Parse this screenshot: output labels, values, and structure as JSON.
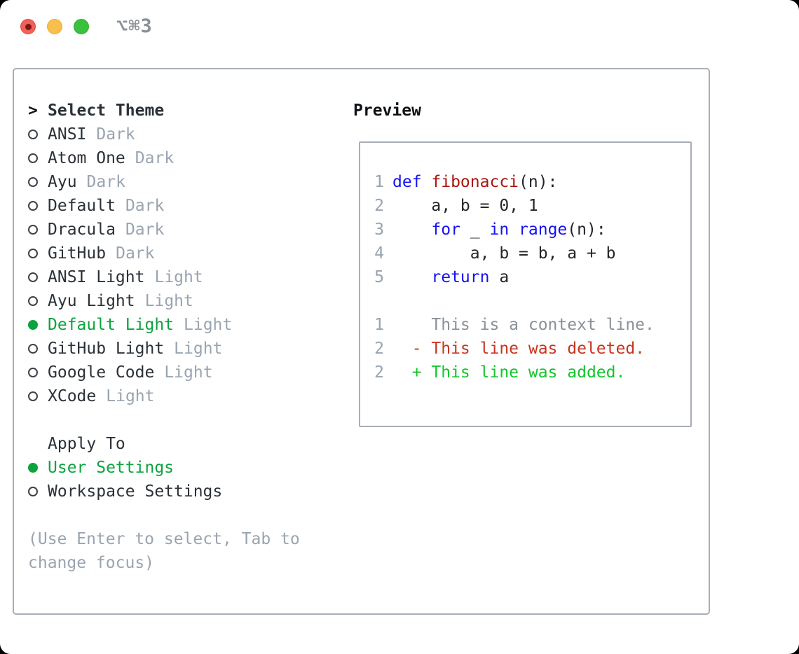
{
  "window": {
    "title": "⌥⌘3",
    "control_icons": [
      "close-button",
      "minimize-button",
      "zoom-button"
    ]
  },
  "colors": {
    "accent": "#0ca33e",
    "muted": "#9aa4b0",
    "line_number": "#98a3b0",
    "plain": "#22262b",
    "keyword": "#1512f2",
    "function": "#ab150f",
    "context": "#8a9199",
    "deleted": "#c93420",
    "added": "#12c52a",
    "traffic_red": "#f2605a",
    "traffic_yellow": "#f6bf4e",
    "traffic_green": "#3ac23e"
  },
  "theme_selector": {
    "prompt": ">",
    "heading": "Select Theme",
    "items": [
      {
        "name": "ANSI",
        "variant": "Dark",
        "selected": false
      },
      {
        "name": "Atom One",
        "variant": "Dark",
        "selected": false
      },
      {
        "name": "Ayu",
        "variant": "Dark",
        "selected": false
      },
      {
        "name": "Default",
        "variant": "Dark",
        "selected": false
      },
      {
        "name": "Dracula",
        "variant": "Dark",
        "selected": false
      },
      {
        "name": "GitHub",
        "variant": "Dark",
        "selected": false
      },
      {
        "name": "ANSI Light",
        "variant": "Light",
        "selected": false
      },
      {
        "name": "Ayu Light",
        "variant": "Light",
        "selected": false
      },
      {
        "name": "Default Light",
        "variant": "Light",
        "selected": true
      },
      {
        "name": "GitHub Light",
        "variant": "Light",
        "selected": false
      },
      {
        "name": "Google Code",
        "variant": "Light",
        "selected": false
      },
      {
        "name": "XCode",
        "variant": "Light",
        "selected": false
      }
    ],
    "apply_to": {
      "heading": "Apply To",
      "options": [
        {
          "label": "User Settings",
          "selected": true
        },
        {
          "label": "Workspace Settings",
          "selected": false
        }
      ]
    },
    "hint": "(Use Enter to select, Tab to change focus)"
  },
  "preview": {
    "heading": "Preview",
    "code_lines": [
      {
        "num": "1",
        "segments": [
          {
            "text": "def ",
            "color": "keyword"
          },
          {
            "text": "fibonacci",
            "color": "function"
          },
          {
            "text": "(n):",
            "color": "plain"
          }
        ]
      },
      {
        "num": "2",
        "segments": [
          {
            "text": "    a, b = 0, 1",
            "color": "plain"
          }
        ]
      },
      {
        "num": "3",
        "segments": [
          {
            "text": "    ",
            "color": "plain"
          },
          {
            "text": "for",
            "color": "keyword"
          },
          {
            "text": " _ ",
            "color": "plain"
          },
          {
            "text": "in",
            "color": "keyword"
          },
          {
            "text": " ",
            "color": "plain"
          },
          {
            "text": "range",
            "color": "keyword"
          },
          {
            "text": "(n):",
            "color": "plain"
          }
        ]
      },
      {
        "num": "4",
        "segments": [
          {
            "text": "        a, b = b, a + b",
            "color": "plain"
          }
        ]
      },
      {
        "num": "5",
        "segments": [
          {
            "text": "    ",
            "color": "plain"
          },
          {
            "text": "return",
            "color": "keyword"
          },
          {
            "text": " a",
            "color": "plain"
          }
        ]
      },
      {
        "num": "",
        "segments": []
      },
      {
        "num": "1",
        "segments": [
          {
            "text": "    This is a context line.",
            "color": "context"
          }
        ]
      },
      {
        "num": "2",
        "segments": [
          {
            "text": "  - This line was deleted.",
            "color": "deleted"
          }
        ]
      },
      {
        "num": "2",
        "segments": [
          {
            "text": "  + This line was added.",
            "color": "added"
          }
        ]
      }
    ]
  }
}
